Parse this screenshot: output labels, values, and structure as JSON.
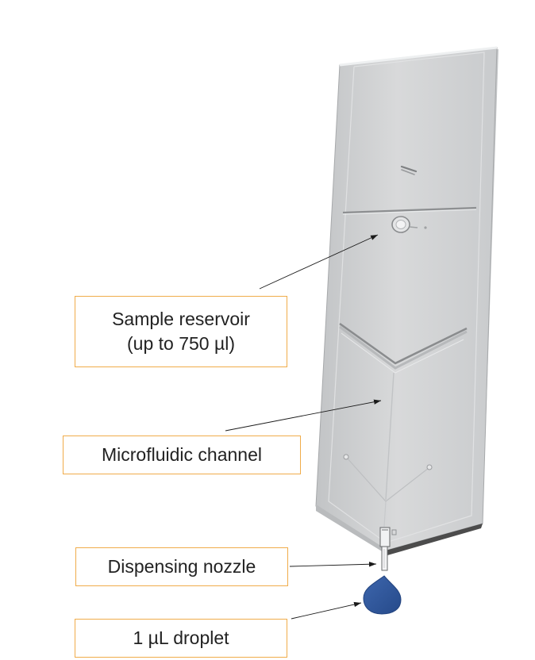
{
  "labels": {
    "sample_reservoir": {
      "line1": "Sample reservoir",
      "line2": "(up to 750 µl)"
    },
    "microfluidic_channel": "Microfluidic channel",
    "dispensing_nozzle": "Dispensing nozzle",
    "droplet": "1 µL droplet"
  },
  "colors": {
    "callout_border": "#f0ac4a",
    "droplet": "#2f5597",
    "cartridge_body": "#cfd1d3",
    "leader_line": "#1a1a1a"
  }
}
